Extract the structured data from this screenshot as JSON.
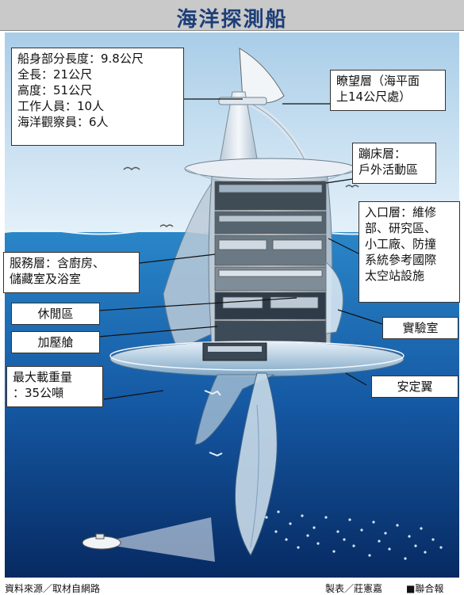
{
  "title": "海洋探測船",
  "specs": {
    "lines": [
      "船身部分長度：9.8公尺",
      "全長：21公尺",
      "高度：51公尺",
      "工作人員：10人",
      "海洋觀察員：6人"
    ]
  },
  "labels": {
    "observation": [
      "瞭望層（海平面",
      "上14公尺處）"
    ],
    "deck": [
      "蹦床層：",
      "戶外活動區"
    ],
    "entrance": [
      "入口層：維修",
      "部、研究區、",
      "小工廠、防撞",
      "系統參考國際",
      "太空站設施"
    ],
    "service": [
      "服務層：含廚房、",
      "儲藏室及浴室"
    ],
    "lounge": "休閒區",
    "pressure": "加壓艙",
    "lab": "實驗室",
    "stabilizer": "安定翼",
    "max_load": [
      "最大載重量",
      "：35公噸"
    ]
  },
  "footer": {
    "source": "資料來源／取材自網路",
    "producer": "製表／莊憲嘉",
    "publisher": "■聯合報"
  },
  "colors": {
    "sky": "#cfe4f3",
    "sea": "#1a6fb5",
    "deep_sea": "#0b2f6b",
    "title": "#1d3f78",
    "hull": "#eef2f6"
  }
}
